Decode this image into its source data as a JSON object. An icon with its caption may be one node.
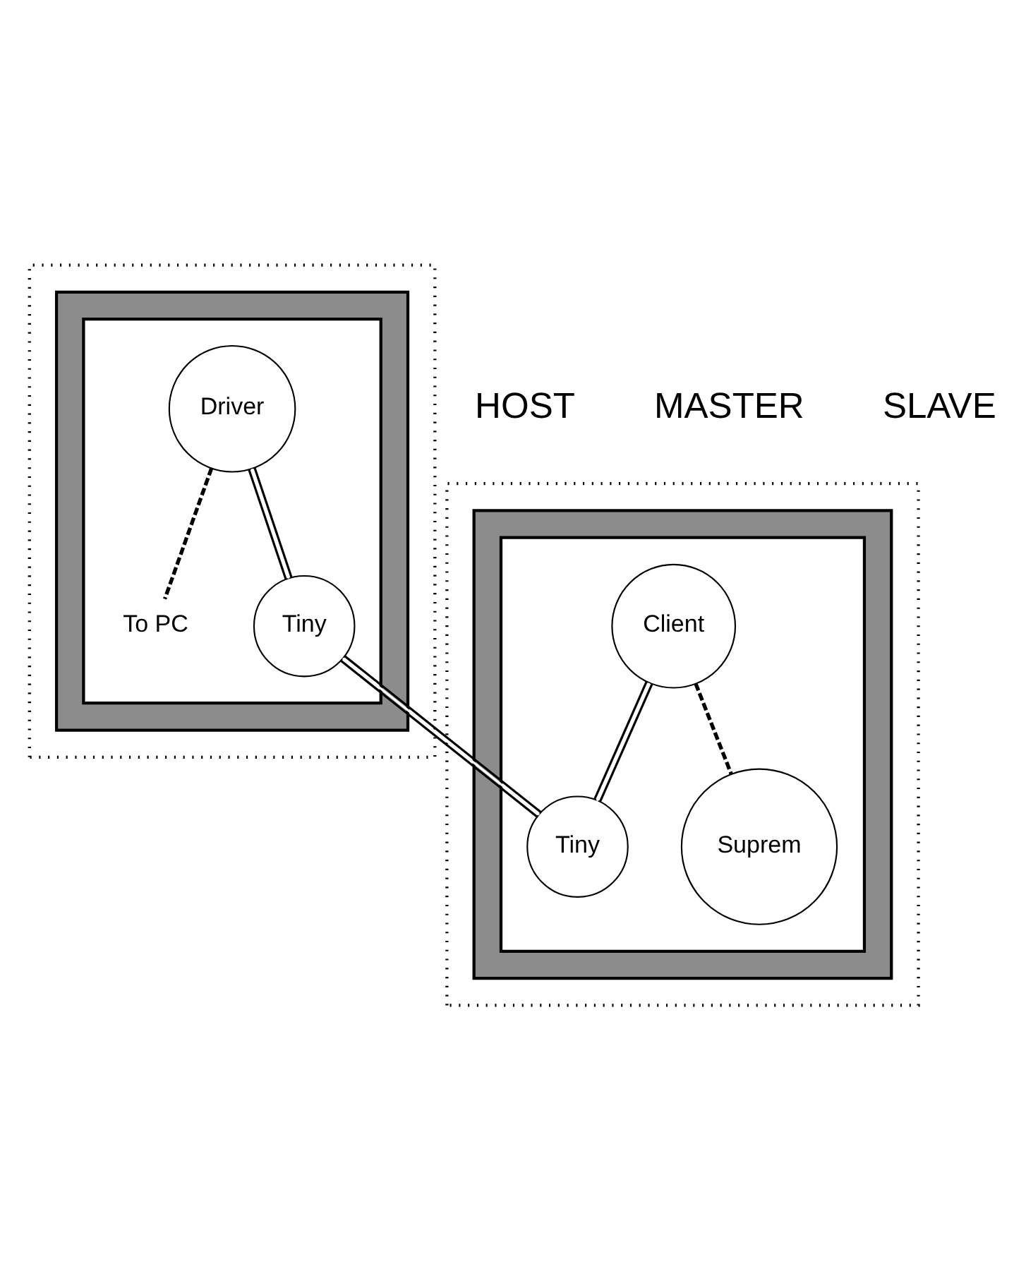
{
  "diagram": {
    "nodes": [
      {
        "text": [],
        "shape": "box"
      },
      {
        "text": [],
        "shape": "box",
        "in": 0
      },
      {
        "text": [],
        "shape": "box",
        "in": 1
      },
      {
        "text": [
          "Driver"
        ],
        "in": 2
      },
      {
        "text": [
          "To PC"
        ],
        "in": 2
      },
      {
        "text": [
          "Tiny"
        ],
        "in": 2
      },
      {
        "text": [],
        "shape": "box"
      },
      {
        "text": [],
        "shape": "box",
        "in": 6
      },
      {
        "text": [],
        "shape": "box",
        "in": 7
      },
      {
        "text": [
          "Tiny"
        ],
        "in": 8
      },
      {
        "text": [
          "Client"
        ],
        "in": 8
      },
      {
        "text": [
          "Suprem"
        ],
        "in": 8
      }
    ],
    "edges": [
      {
        "from": 3,
        "to": 4,
        "arrow": "none",
        "style": "dashed"
      },
      {
        "from": 3,
        "to": 5,
        "arrow": "none"
      },
      {
        "from": 5,
        "to": 9,
        "arrow": "none"
      },
      {
        "from": 10,
        "to": 9,
        "arrow": "none"
      },
      {
        "from": 10,
        "to": 11,
        "arrow": "none",
        "style": "dashed"
      }
    ],
    "labels": [
      "HOST",
      "MASTER",
      "SLAVE"
    ]
  }
}
